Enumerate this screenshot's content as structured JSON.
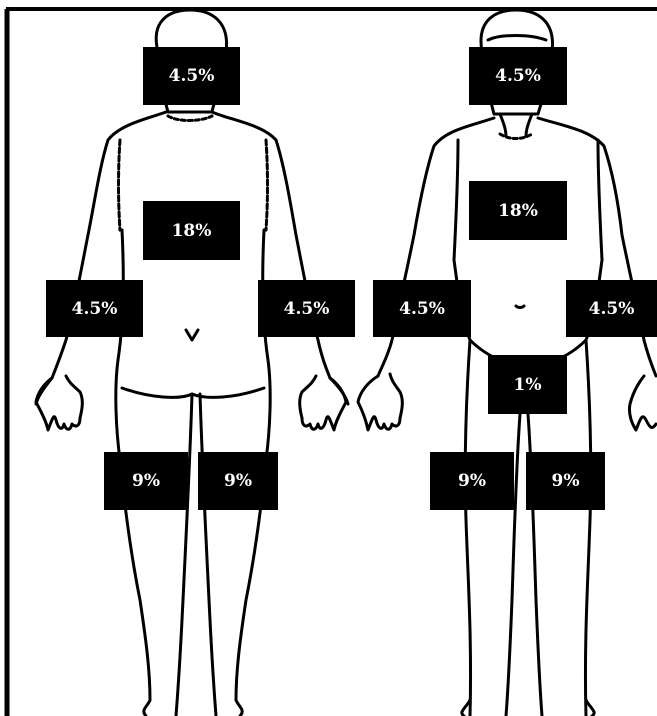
{
  "colors": {
    "background": "#ffffff",
    "outline": "#000000",
    "label_fill": "#000000",
    "label_text": "#ffffff"
  },
  "figures": {
    "back": {
      "head": "4.5%",
      "trunk": "18%",
      "left_arm": "4.5%",
      "right_arm": "4.5%",
      "left_leg": "9%",
      "right_leg": "9%"
    },
    "front": {
      "head": "4.5%",
      "trunk": "18%",
      "left_arm": "4.5%",
      "right_arm": "4.5%",
      "genitals": "1%",
      "left_leg": "9%",
      "right_leg": "9%"
    }
  }
}
